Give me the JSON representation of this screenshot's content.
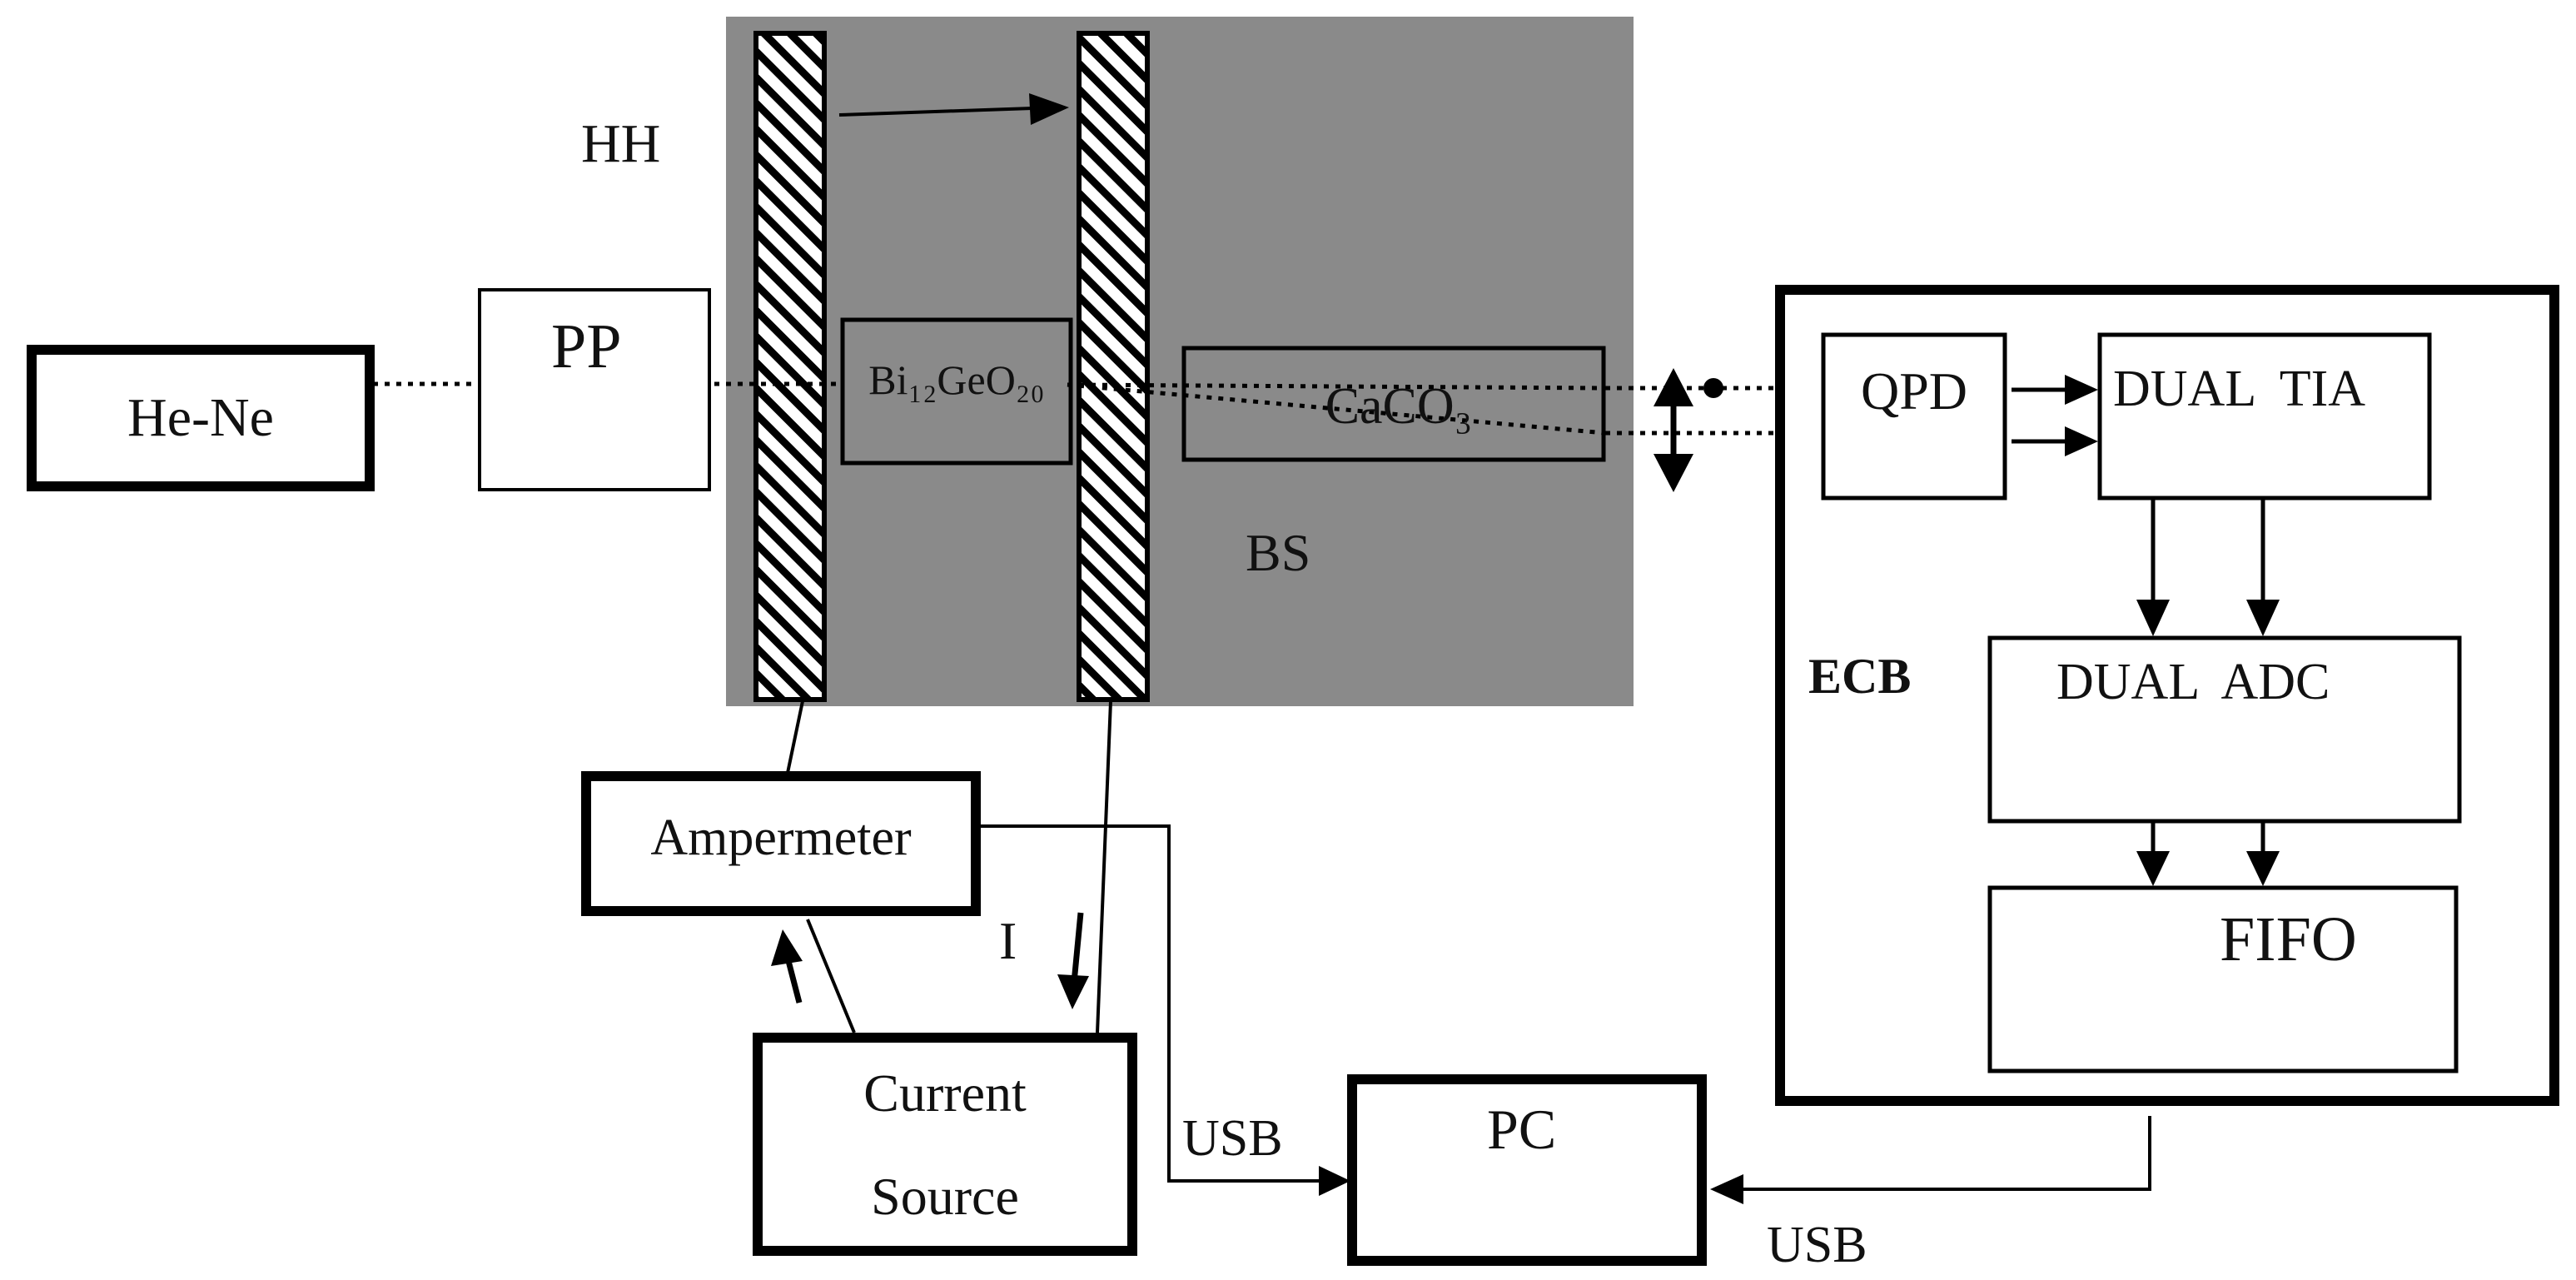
{
  "colors": {
    "stage_fill": "#8a8a8a",
    "stroke": "#000000",
    "background": "#ffffff"
  },
  "blocks": {
    "laser": "He-Ne",
    "polarizer": "PP",
    "crystal": "Bi₁₂GeO₂₀",
    "calcite": "CaCO₃",
    "ampermeter": "Ampermeter",
    "current_source_line1": "Current",
    "current_source_line2": "Source",
    "pc": "PC",
    "qpd": "QPD",
    "tia": "DUAL  TIA",
    "adc": "DUAL  ADC",
    "fifo": "FIFO"
  },
  "labels": {
    "hh": "HH",
    "bs": "BS",
    "ecb": "ECB",
    "current": "I",
    "usb_left": "USB",
    "usb_right": "USB"
  }
}
